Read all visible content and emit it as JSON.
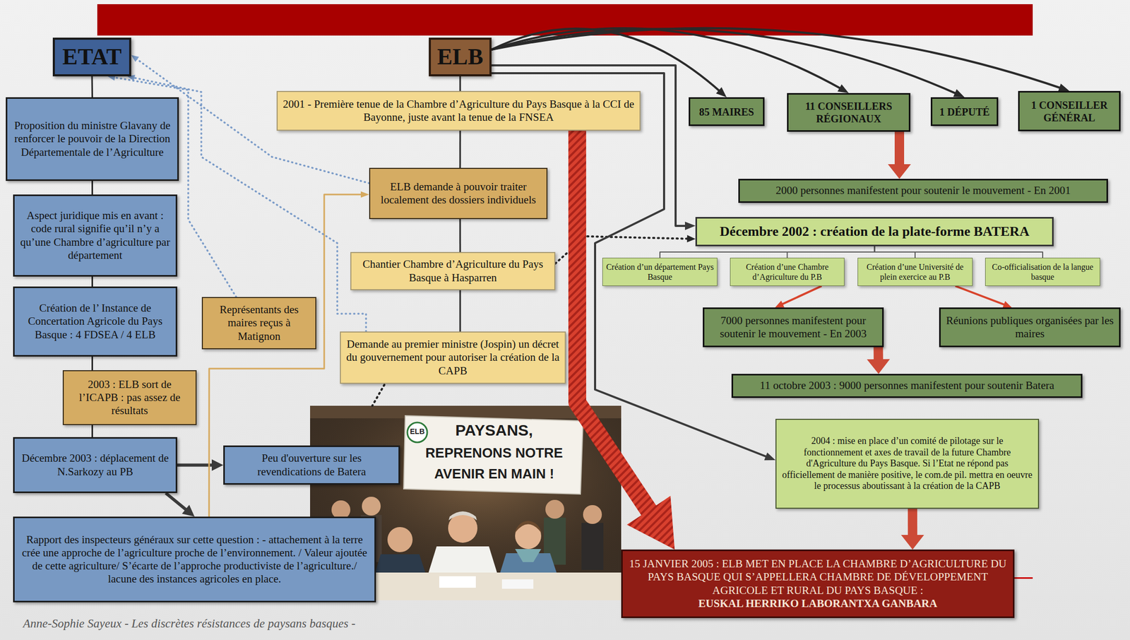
{
  "diagram": {
    "caption": "Anne-Sophie Sayeux - Les discrètes résistances de paysans basques -",
    "nodes": [
      {
        "text": [
          "ETAT"
        ]
      },
      {
        "text": [
          "ELB"
        ]
      },
      {
        "text": [
          "2001 - Première tenue de la Chambre d’Agriculture du Pays Basque à la CCI de Bayonne, juste avant la tenue de la FNSEA"
        ]
      },
      {
        "text": [
          "85 MAIRES"
        ]
      },
      {
        "text": [
          "11 CONSEILLERS RÉGIONAUX"
        ]
      },
      {
        "text": [
          "1 DÉPUTÉ"
        ]
      },
      {
        "text": [
          "1 CONSEILLER GÉNÉRAL"
        ]
      },
      {
        "text": [
          "Proposition du ministre Glavany de renforcer le pouvoir de la Direction Départementale de l’Agriculture"
        ]
      },
      {
        "text": [
          "ELB demande à pouvoir traiter localement des dossiers individuels"
        ]
      },
      {
        "text": [
          "2000 personnes manifestent pour soutenir le mouvement - En 2001"
        ]
      },
      {
        "text": [
          "Aspect juridique mis en avant : code rural signifie qu’il n’y a qu’une Chambre d’agriculture par département"
        ]
      },
      {
        "text": [
          "Décembre 2002 : création de la plate-forme BATERA"
        ]
      },
      {
        "text": [
          "Création d’un département Pays Basque"
        ]
      },
      {
        "text": [
          "Création d’une Chambre d’Agriculture du P.B"
        ]
      },
      {
        "text": [
          "Création d’une Université de plein exercice au P.B"
        ]
      },
      {
        "text": [
          "Co-officialisation de la langue basque"
        ]
      },
      {
        "text": [
          "Chantier Chambre d’Agriculture du Pays Basque à Hasparren"
        ]
      },
      {
        "text": [
          "Création de l’ Instance de Concertation Agricole du Pays Basque : 4 FDSEA / 4 ELB"
        ]
      },
      {
        "text": [
          "Représentants des maires reçus à Matignon"
        ]
      },
      {
        "text": [
          "7000 personnes manifestent pour soutenir le mouvement - En 2003"
        ]
      },
      {
        "text": [
          "Réunions publiques organisées par les maires"
        ]
      },
      {
        "text": [
          "Demande au premier ministre (Jospin) un décret du gouvernement pour autoriser la création de la CAPB"
        ]
      },
      {
        "text": [
          "11 octobre 2003 : 9000 personnes manifestent pour soutenir Batera"
        ]
      },
      {
        "text": [
          "2003 : ELB sort de l’ICAPB : pas assez de résultats"
        ]
      },
      {
        "text": [
          "2004 : mise en place d’un comité de pilotage sur le fonctionnement et axes de travail de la future Chambre d'Agriculture du Pays Basque. Si l’Etat ne répond pas officiellement de manière positive, le com.de pil. mettra en oeuvre le processus aboutissant à la création de la CAPB"
        ]
      },
      {
        "text": [
          "Décembre 2003 : déplacement de N.Sarkozy au PB"
        ]
      },
      {
        "text": [
          "Peu d'ouverture sur les revendications de Batera"
        ]
      },
      {
        "text": [
          "Rapport des inspecteurs généraux sur cette question : - attachement à la terre crée une approche de l’agriculture proche de l’environnement. / Valeur ajoutée de cette agriculture/ S’écarte de l’approche productiviste de l’agriculture./ lacune des instances agricoles en place."
        ]
      },
      {
        "text": [
          "15 JANVIER 2005 : ELB MET EN PLACE LA CHAMBRE D’AGRICULTURE DU PAYS BASQUE QUI S’APPELLERA CHAMBRE DE DÉVELOPPEMENT AGRICOLE ET RURAL DU PAYS BASQUE :",
          "EUSKAL HERRIKO LABORANTXA GANBARA"
        ]
      }
    ],
    "edges": [
      {
        "from": 0,
        "to": 7,
        "arrow": "none"
      },
      {
        "from": 7,
        "to": 10,
        "arrow": "none"
      },
      {
        "from": 10,
        "to": 17,
        "arrow": "none"
      },
      {
        "from": 17,
        "to": 23,
        "arrow": "none"
      },
      {
        "from": 23,
        "to": 25,
        "arrow": "none"
      },
      {
        "from": 25,
        "to": 26,
        "arrow": "to"
      },
      {
        "from": 25,
        "to": 27,
        "arrow": "to"
      },
      {
        "from": 27,
        "to": 8,
        "arrow": "to"
      },
      {
        "from": 8,
        "to": 0,
        "arrow": "to"
      },
      {
        "from": 18,
        "to": 0,
        "arrow": "to"
      },
      {
        "from": 21,
        "to": 0,
        "arrow": "to"
      },
      {
        "from": 1,
        "to": 2,
        "arrow": "none"
      },
      {
        "from": 2,
        "to": 8,
        "arrow": "none"
      },
      {
        "from": 8,
        "to": 16,
        "arrow": "none"
      },
      {
        "from": 16,
        "to": 21,
        "arrow": "none"
      },
      {
        "from": 16,
        "to": 11,
        "arrow": "to"
      },
      {
        "from": 1,
        "to": 3,
        "arrow": "to"
      },
      {
        "from": 1,
        "to": 4,
        "arrow": "to"
      },
      {
        "from": 1,
        "to": 5,
        "arrow": "to"
      },
      {
        "from": 1,
        "to": 6,
        "arrow": "to"
      },
      {
        "from": 1,
        "to": 11,
        "arrow": "to"
      },
      {
        "from": 1,
        "to": 24,
        "arrow": "to"
      },
      {
        "from": 2,
        "to": 28,
        "arrow": "to"
      },
      {
        "from": 4,
        "to": 9,
        "arrow": "to"
      },
      {
        "from": 11,
        "to": 12,
        "arrow": "none"
      },
      {
        "from": 11,
        "to": 13,
        "arrow": "none"
      },
      {
        "from": 11,
        "to": 14,
        "arrow": "none"
      },
      {
        "from": 11,
        "to": 15,
        "arrow": "none"
      },
      {
        "from": 13,
        "to": 19,
        "arrow": "to"
      },
      {
        "from": 14,
        "to": 20,
        "arrow": "to"
      },
      {
        "from": 19,
        "to": 22,
        "arrow": "to"
      },
      {
        "from": 24,
        "to": 28,
        "arrow": "to"
      }
    ],
    "labels": [
      "ELB",
      "PAYSANS,",
      "REPRENONS NOTRE",
      "AVENIR EN MAIN !"
    ]
  }
}
